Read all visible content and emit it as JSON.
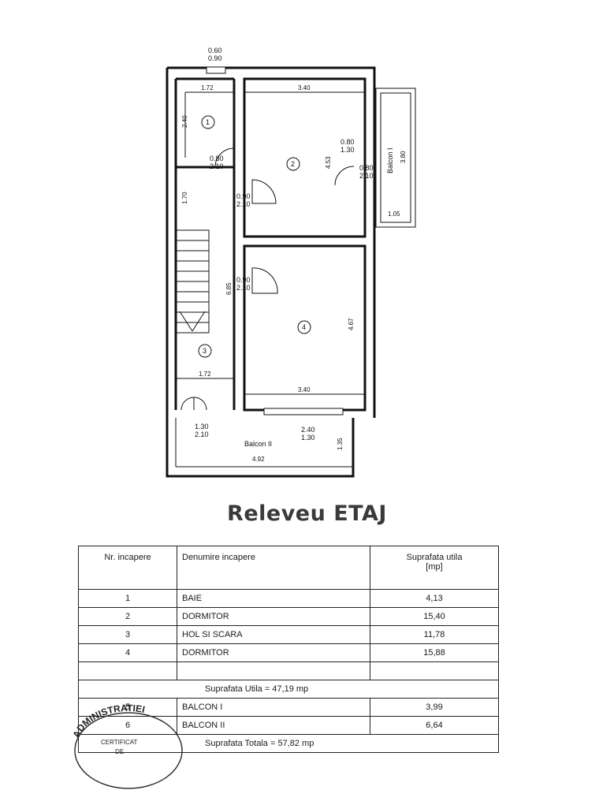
{
  "floor_plan": {
    "window_top": [
      "0.60",
      "0.90"
    ],
    "room_1": {
      "number": "1",
      "width": "1.72",
      "depth": "2.40"
    },
    "room_2": {
      "number": "2",
      "width": "3.40",
      "depth": "4.53"
    },
    "room_3": {
      "number": "3",
      "width": "1.72",
      "upper": "1.70",
      "length": "6.85"
    },
    "room_4": {
      "number": "4",
      "width": "3.40",
      "depth": "4.67"
    },
    "door_1": [
      "0.80",
      "2.10"
    ],
    "door_2a": [
      "0.90",
      "2.10"
    ],
    "door_2b": [
      "0.80",
      "1.30"
    ],
    "door_balcony1": [
      "0.80",
      "2.10"
    ],
    "door_4": [
      "0.90",
      "2.10"
    ],
    "door_entry": [
      "1.30",
      "2.10"
    ],
    "window_bottom": [
      "2.40",
      "1.30"
    ],
    "balcony_1": {
      "label": "Balcon I",
      "length": "3.80",
      "depth": "1.05"
    },
    "balcony_2": {
      "label": "Balcon II",
      "length": "4.92",
      "depth": "1.35"
    }
  },
  "title": "Releveu ETAJ",
  "table": {
    "headers": [
      "Nr. incapere",
      "Denumire incapere",
      "Suprafata utila\n[mp]"
    ],
    "rows": [
      {
        "nr": "1",
        "name": "BAIE",
        "area": "4,13"
      },
      {
        "nr": "2",
        "name": "DORMITOR",
        "area": "15,40"
      },
      {
        "nr": "3",
        "name": "HOL SI SCARA",
        "area": "11,78"
      },
      {
        "nr": "4",
        "name": "DORMITOR",
        "area": "15,88"
      }
    ],
    "util_total": "Suprafata Utila = 47,19 mp",
    "balconies": [
      {
        "nr": "5",
        "name": "BALCON I",
        "area": "3,99"
      },
      {
        "nr": "6",
        "name": "BALCON II",
        "area": "6,64"
      }
    ],
    "grand_total": "Suprafata Totala = 57,82 mp"
  },
  "stamp": {
    "line1": "ADMINISTRATIEI",
    "line2": "CERTIFICAT",
    "line3": "DE"
  }
}
